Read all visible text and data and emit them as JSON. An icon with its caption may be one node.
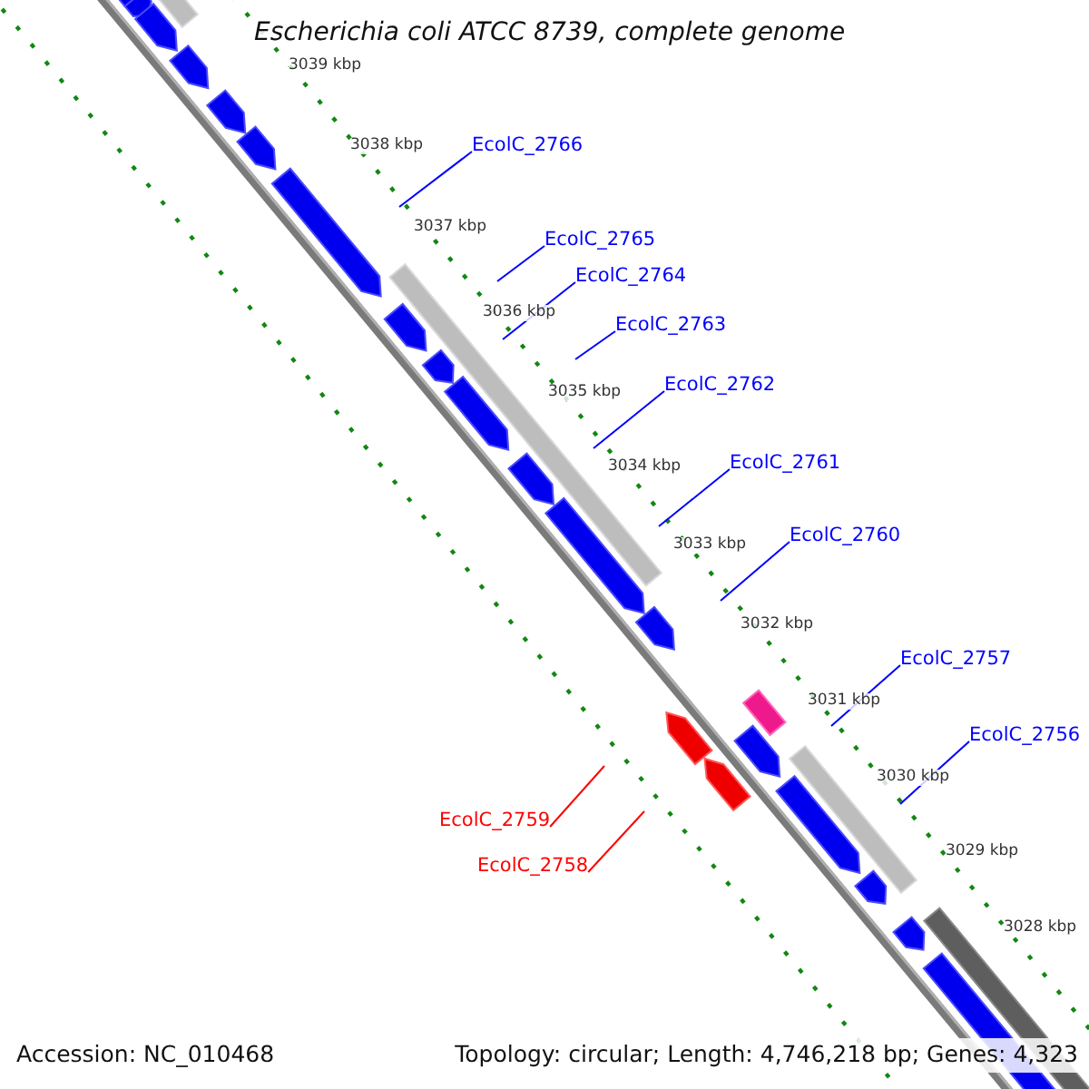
{
  "diagram": {
    "title": "Escherichia coli ATCC 8739, complete genome",
    "nodes": [
      {
        "text": [
          "EcolC_2766"
        ]
      },
      {
        "text": [
          "EcolC_2765"
        ]
      },
      {
        "text": [
          "EcolC_2764"
        ]
      },
      {
        "text": [
          "EcolC_2763"
        ]
      },
      {
        "text": [
          "EcolC_2762"
        ]
      },
      {
        "text": [
          "EcolC_2761"
        ]
      },
      {
        "text": [
          "EcolC_2760"
        ]
      },
      {
        "text": [
          "EcolC_2757"
        ]
      },
      {
        "text": [
          "EcolC_2756"
        ]
      },
      {
        "text": [
          "EcolC_2759"
        ]
      },
      {
        "text": [
          "EcolC_2758"
        ]
      }
    ],
    "edges": [
      {
        "from": 0,
        "to": null,
        "arrow": "none"
      },
      {
        "from": 1,
        "to": null,
        "arrow": "none"
      },
      {
        "from": 2,
        "to": null,
        "arrow": "none"
      },
      {
        "from": 3,
        "to": null,
        "arrow": "none"
      },
      {
        "from": 4,
        "to": null,
        "arrow": "none"
      },
      {
        "from": 5,
        "to": null,
        "arrow": "none"
      },
      {
        "from": 6,
        "to": null,
        "arrow": "none"
      },
      {
        "from": 7,
        "to": null,
        "arrow": "none"
      },
      {
        "from": 8,
        "to": null,
        "arrow": "none"
      },
      {
        "from": 9,
        "to": null,
        "arrow": "none",
        "color": "#ff0000"
      },
      {
        "from": 10,
        "to": null,
        "arrow": "none",
        "color": "#ff0000"
      }
    ],
    "labels": [
      "3039 kbp",
      "3038 kbp",
      "3037 kbp",
      "3036 kbp",
      "3035 kbp",
      "3034 kbp",
      "3033 kbp",
      "3032 kbp",
      "3031 kbp",
      "3030 kbp",
      "3029 kbp",
      "3028 kbp",
      "Accession: NC_010468",
      "Topology: circular; Length: 4,746,218 bp; Genes: 4,323"
    ]
  }
}
